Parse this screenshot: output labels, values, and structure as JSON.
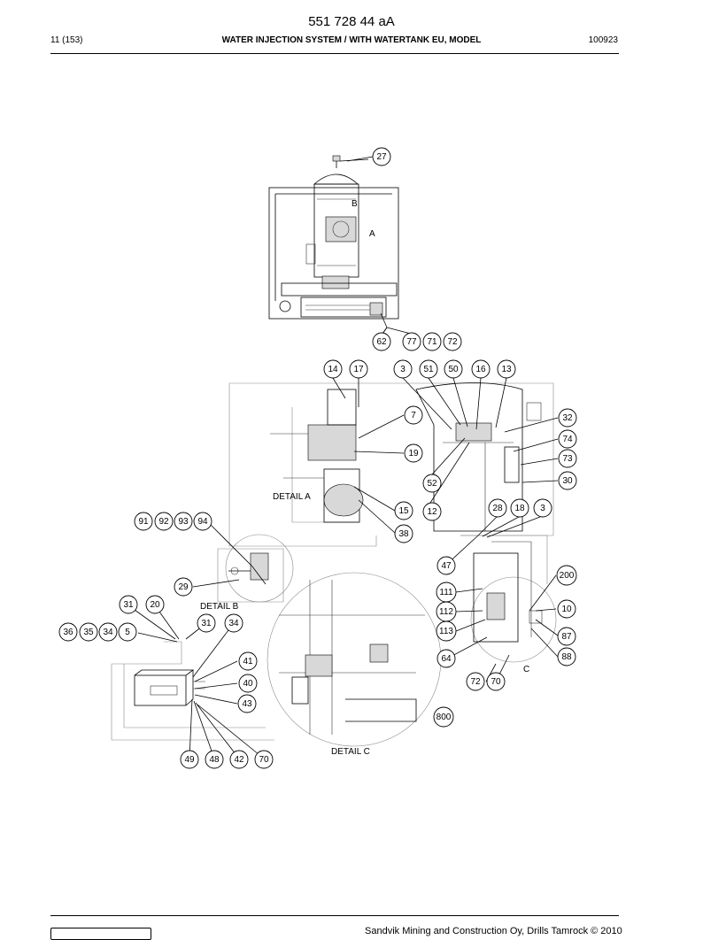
{
  "header": {
    "doc_number": "551 728 44 aA",
    "page_ref": "11 (153)",
    "title": "WATER INJECTION SYSTEM / WITH WATERTANK EU, MODEL",
    "date_code": "100923"
  },
  "footer": {
    "copyright": "Sandvik Mining and Construction Oy, Drills Tamrock © 2010"
  },
  "drawing": {
    "detail_labels": {
      "a": "A",
      "b": "B",
      "c": "C",
      "detail_a": "DETAIL A",
      "detail_b": "DETAIL B",
      "detail_c": "DETAIL C"
    },
    "callouts": [
      "27",
      "62",
      "77",
      "71",
      "72",
      "14",
      "17",
      "3",
      "51",
      "50",
      "16",
      "13",
      "7",
      "32",
      "74",
      "73",
      "19",
      "30",
      "52",
      "15",
      "12",
      "38",
      "28",
      "18",
      "91",
      "92",
      "93",
      "94",
      "47",
      "200",
      "29",
      "111",
      "10",
      "31",
      "20",
      "112",
      "36",
      "35",
      "34",
      "5",
      "113",
      "87",
      "64",
      "88",
      "41",
      "40",
      "43",
      "800",
      "49",
      "48",
      "42",
      "70"
    ]
  }
}
